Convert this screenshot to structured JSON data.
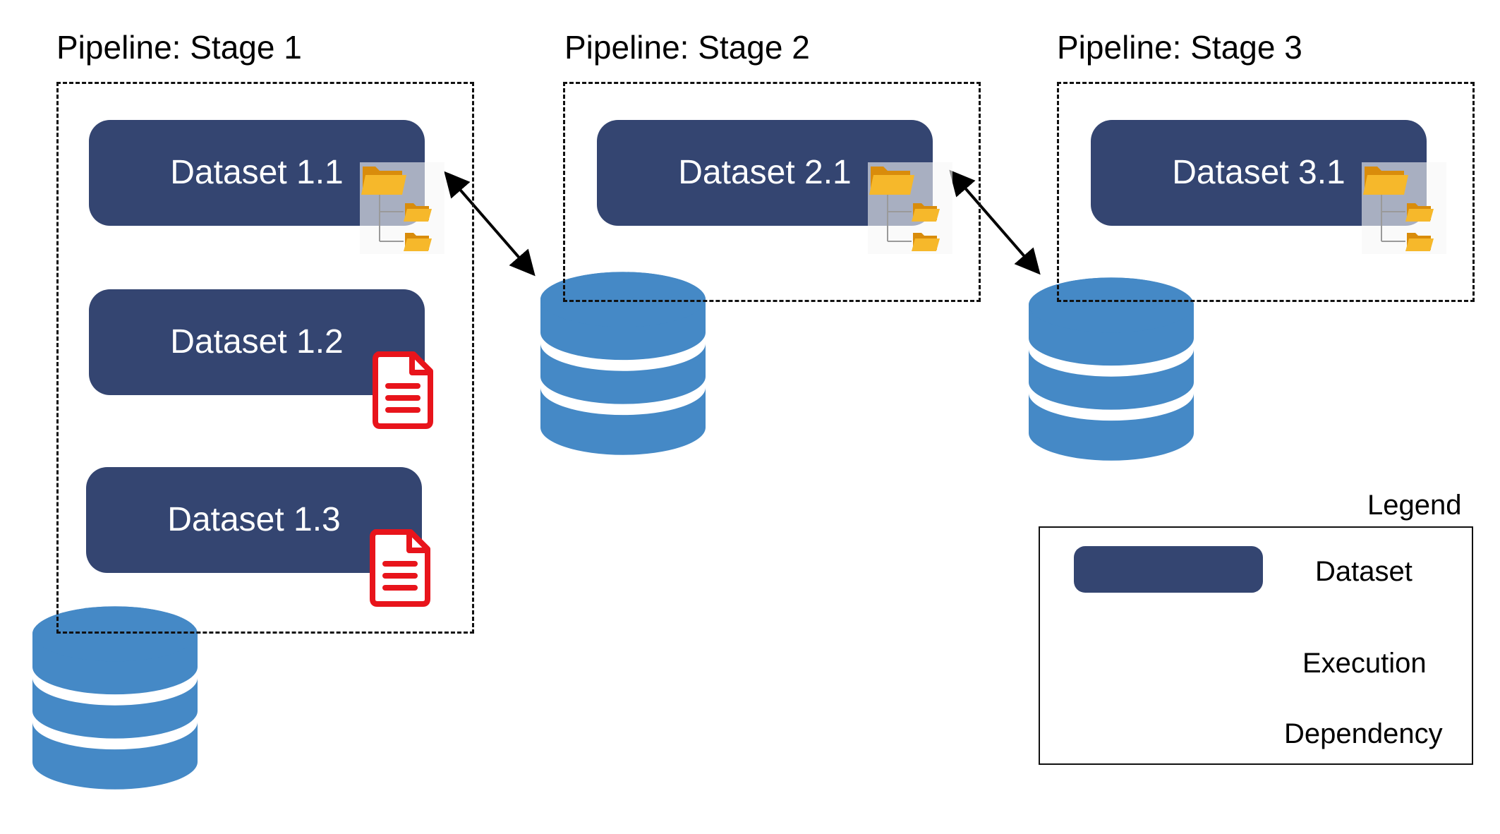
{
  "stages": [
    {
      "title": "Pipeline: Stage 1",
      "datasets": [
        {
          "label": "Dataset 1.1",
          "icon": "folder-tree-icon"
        },
        {
          "label": "Dataset 1.2",
          "icon": "red-document-icon"
        },
        {
          "label": "Dataset 1.3",
          "icon": "red-document-icon"
        }
      ]
    },
    {
      "title": "Pipeline: Stage 2",
      "datasets": [
        {
          "label": "Dataset 2.1",
          "icon": "folder-tree-icon"
        }
      ]
    },
    {
      "title": "Pipeline: Stage 3",
      "datasets": [
        {
          "label": "Dataset 3.1",
          "icon": "folder-tree-icon"
        }
      ]
    }
  ],
  "legend": {
    "title": "Legend",
    "items": [
      {
        "label": "Dataset",
        "icon": "dataset-bar"
      },
      {
        "label": "Execution",
        "icon": "database-icon"
      },
      {
        "label": "Dependency",
        "icon": "double-arrow-icon"
      }
    ]
  },
  "colors": {
    "dataset": "#344571",
    "database": "#4589C6",
    "document": "#E8141B",
    "folder": "#F1A81C"
  }
}
